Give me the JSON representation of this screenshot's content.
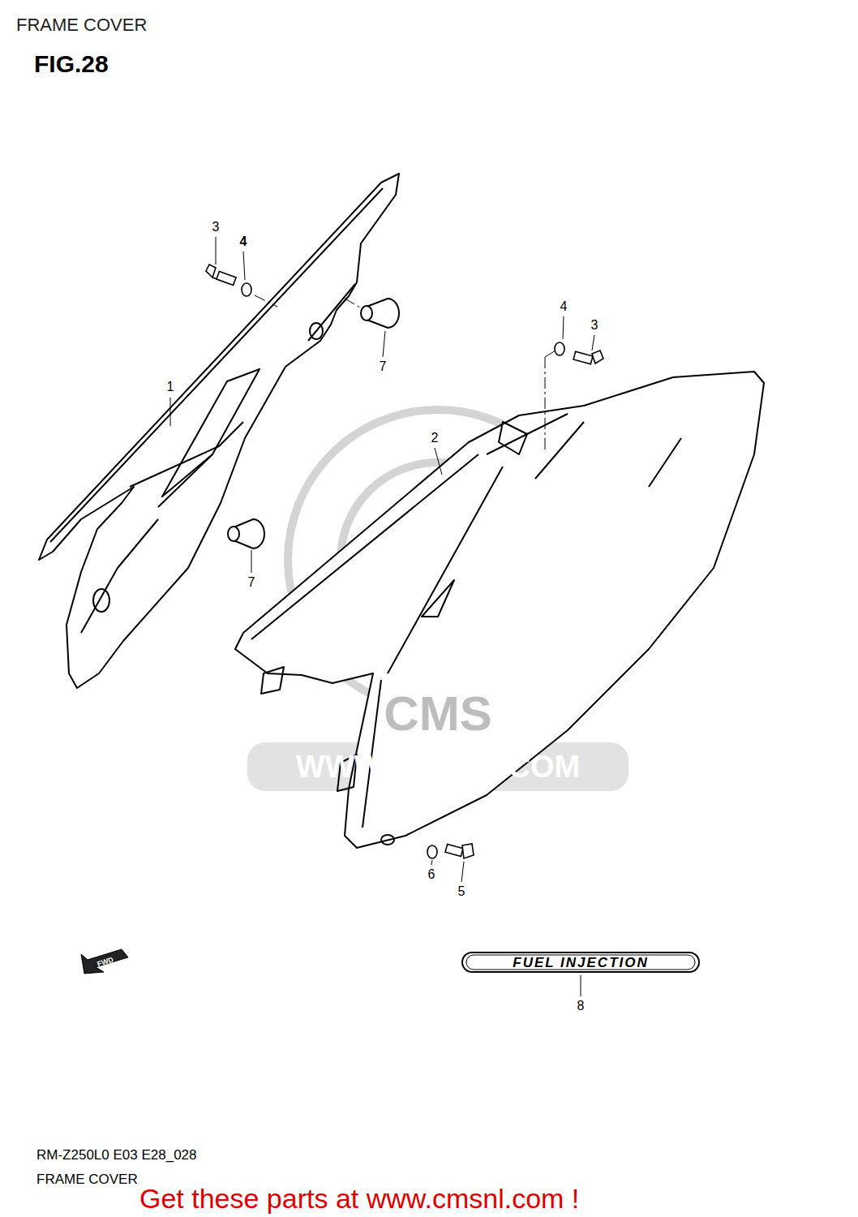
{
  "diagram": {
    "title": "FRAME COVER",
    "labels": [
      "FIG.28",
      "3",
      "4",
      "7",
      "1",
      "7",
      "4",
      "3",
      "2",
      "6",
      "5",
      "8",
      "FUEL INJECTION",
      "FWD",
      "CMS",
      "WWW.CMSNL.COM",
      "RM-Z250L0 E03 E28_028",
      "FRAME COVER",
      "Get these parts at www.cmsnl.com !"
    ]
  }
}
